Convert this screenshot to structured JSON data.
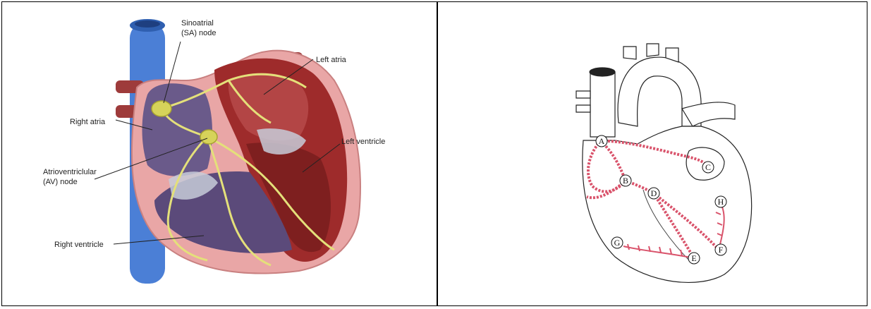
{
  "left_diagram": {
    "labels": {
      "sa_node_line1": "Sinoatrial",
      "sa_node_line2": "(SA) node",
      "left_atria": "Left atria",
      "right_atria": "Right atria",
      "left_ventricle": "Left ventricle",
      "av_node_line1": "Atrioventriclular",
      "av_node_line2": "(AV) node",
      "right_ventricle": "Right ventricle"
    }
  },
  "right_diagram": {
    "markers": [
      "A",
      "B",
      "C",
      "D",
      "E",
      "F",
      "G",
      "H"
    ]
  },
  "colors": {
    "vein_blue": "#4b7fd6",
    "muscle_red": "#9e2b2b",
    "pericardium_pink": "#e9a6a6",
    "chamber_purple": "#6a5a8a",
    "conduction_yellow": "#e4e07a",
    "purkinje_red": "#d9536b"
  }
}
